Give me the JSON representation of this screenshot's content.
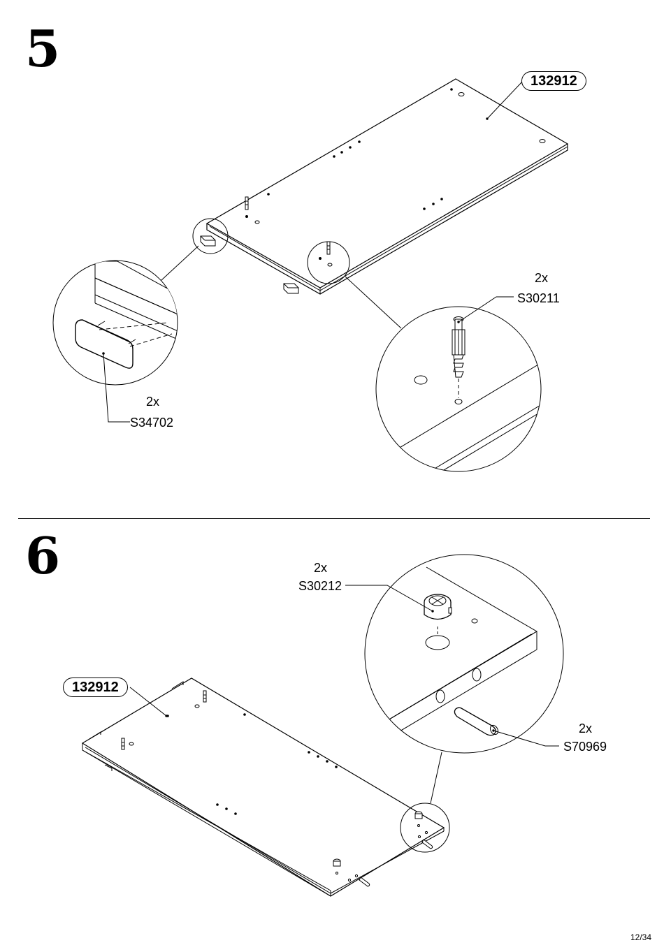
{
  "steps": [
    {
      "number": "5",
      "panel_part": "132912",
      "callouts": [
        {
          "qty": "2x",
          "code": "S30211"
        },
        {
          "qty": "2x",
          "code": "S34702"
        }
      ]
    },
    {
      "number": "6",
      "panel_part": "132912",
      "callouts": [
        {
          "qty": "2x",
          "code": "S30212"
        },
        {
          "qty": "2x",
          "code": "S70969"
        }
      ]
    }
  ],
  "page": "12/34"
}
